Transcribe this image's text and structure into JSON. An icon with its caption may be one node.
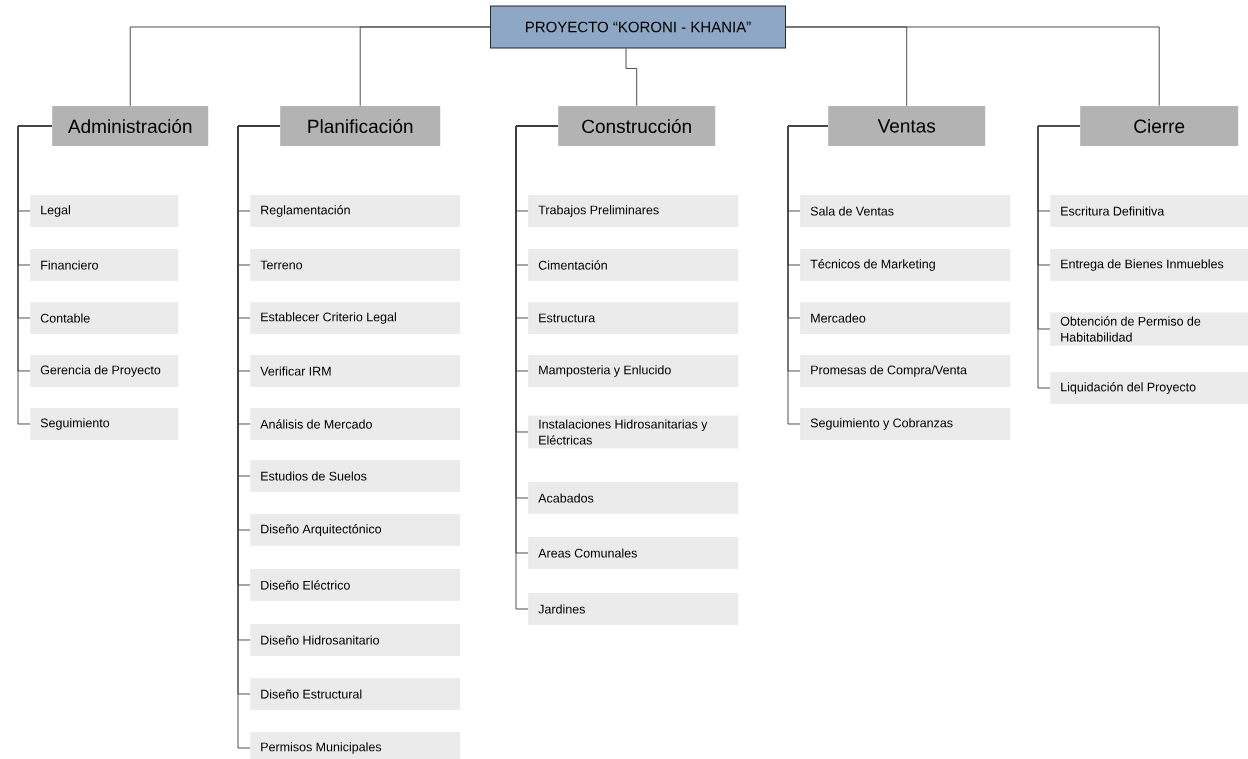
{
  "diagram": {
    "nodes": [
      {
        "text": [
          "PROYECTO “KORONI - KHANIA”"
        ]
      },
      {
        "text": [
          "Administración"
        ]
      },
      {
        "text": [
          "Planificación"
        ]
      },
      {
        "text": [
          "Construcción"
        ]
      },
      {
        "text": [
          "Ventas"
        ]
      },
      {
        "text": [
          "Cierre"
        ]
      },
      {
        "text": [
          "Legal"
        ]
      },
      {
        "text": [
          "Financiero"
        ]
      },
      {
        "text": [
          "Contable"
        ]
      },
      {
        "text": [
          "Gerencia de Proyecto"
        ]
      },
      {
        "text": [
          "Seguimiento"
        ]
      },
      {
        "text": [
          "Reglamentación"
        ]
      },
      {
        "text": [
          "Terreno"
        ]
      },
      {
        "text": [
          "Establecer Criterio Legal"
        ]
      },
      {
        "text": [
          "Verificar IRM"
        ]
      },
      {
        "text": [
          "Análisis de Mercado"
        ]
      },
      {
        "text": [
          "Estudios de Suelos"
        ]
      },
      {
        "text": [
          "Diseño Arquitectónico"
        ]
      },
      {
        "text": [
          "Diseño Eléctrico"
        ]
      },
      {
        "text": [
          "Diseño Hidrosanitario"
        ]
      },
      {
        "text": [
          "Diseño Estructural"
        ]
      },
      {
        "text": [
          "Permisos Municipales"
        ]
      },
      {
        "text": [
          "Trabajos Preliminares"
        ]
      },
      {
        "text": [
          "Cimentación"
        ]
      },
      {
        "text": [
          "Estructura"
        ]
      },
      {
        "text": [
          "Mamposteria y Enlucido"
        ]
      },
      {
        "text": [
          "Instalaciones Hidrosanitarias y Eléctricas"
        ]
      },
      {
        "text": [
          "Acabados"
        ]
      },
      {
        "text": [
          "Areas Comunales"
        ]
      },
      {
        "text": [
          "Jardines"
        ]
      },
      {
        "text": [
          "Sala de Ventas"
        ]
      },
      {
        "text": [
          "Técnicos de Marketing"
        ]
      },
      {
        "text": [
          "Mercadeo"
        ]
      },
      {
        "text": [
          "Promesas de Compra/Venta"
        ]
      },
      {
        "text": [
          "Seguimiento y Cobranzas"
        ]
      },
      {
        "text": [
          "Escritura Definitiva"
        ]
      },
      {
        "text": [
          "Entrega de Bienes Inmuebles"
        ]
      },
      {
        "text": [
          "Obtención de Permiso de Habitabilidad"
        ]
      },
      {
        "text": [
          "Liquidación del Proyecto"
        ]
      }
    ],
    "edges": [
      {
        "from": 0,
        "to": 1,
        "arrow": "none"
      },
      {
        "from": 0,
        "to": 2,
        "arrow": "none"
      },
      {
        "from": 0,
        "to": 3,
        "arrow": "none"
      },
      {
        "from": 0,
        "to": 4,
        "arrow": "none"
      },
      {
        "from": 0,
        "to": 5,
        "arrow": "none"
      },
      {
        "from": 1,
        "to": 6,
        "arrow": "none"
      },
      {
        "from": 1,
        "to": 7,
        "arrow": "none"
      },
      {
        "from": 1,
        "to": 8,
        "arrow": "none"
      },
      {
        "from": 1,
        "to": 9,
        "arrow": "none"
      },
      {
        "from": 1,
        "to": 10,
        "arrow": "none"
      },
      {
        "from": 2,
        "to": 11,
        "arrow": "none"
      },
      {
        "from": 2,
        "to": 12,
        "arrow": "none"
      },
      {
        "from": 2,
        "to": 13,
        "arrow": "none"
      },
      {
        "from": 2,
        "to": 14,
        "arrow": "none"
      },
      {
        "from": 2,
        "to": 15,
        "arrow": "none"
      },
      {
        "from": 2,
        "to": 16,
        "arrow": "none"
      },
      {
        "from": 2,
        "to": 17,
        "arrow": "none"
      },
      {
        "from": 2,
        "to": 18,
        "arrow": "none"
      },
      {
        "from": 2,
        "to": 19,
        "arrow": "none"
      },
      {
        "from": 2,
        "to": 20,
        "arrow": "none"
      },
      {
        "from": 2,
        "to": 21,
        "arrow": "none"
      },
      {
        "from": 3,
        "to": 22,
        "arrow": "none"
      },
      {
        "from": 3,
        "to": 23,
        "arrow": "none"
      },
      {
        "from": 3,
        "to": 24,
        "arrow": "none"
      },
      {
        "from": 3,
        "to": 25,
        "arrow": "none"
      },
      {
        "from": 3,
        "to": 26,
        "arrow": "none"
      },
      {
        "from": 3,
        "to": 27,
        "arrow": "none"
      },
      {
        "from": 3,
        "to": 28,
        "arrow": "none"
      },
      {
        "from": 3,
        "to": 29,
        "arrow": "none"
      },
      {
        "from": 4,
        "to": 30,
        "arrow": "none"
      },
      {
        "from": 4,
        "to": 31,
        "arrow": "none"
      },
      {
        "from": 4,
        "to": 32,
        "arrow": "none"
      },
      {
        "from": 4,
        "to": 33,
        "arrow": "none"
      },
      {
        "from": 4,
        "to": 34,
        "arrow": "none"
      },
      {
        "from": 5,
        "to": 35,
        "arrow": "none"
      },
      {
        "from": 5,
        "to": 36,
        "arrow": "none"
      },
      {
        "from": 5,
        "to": 37,
        "arrow": "none"
      },
      {
        "from": 5,
        "to": 38,
        "arrow": "none"
      }
    ]
  }
}
